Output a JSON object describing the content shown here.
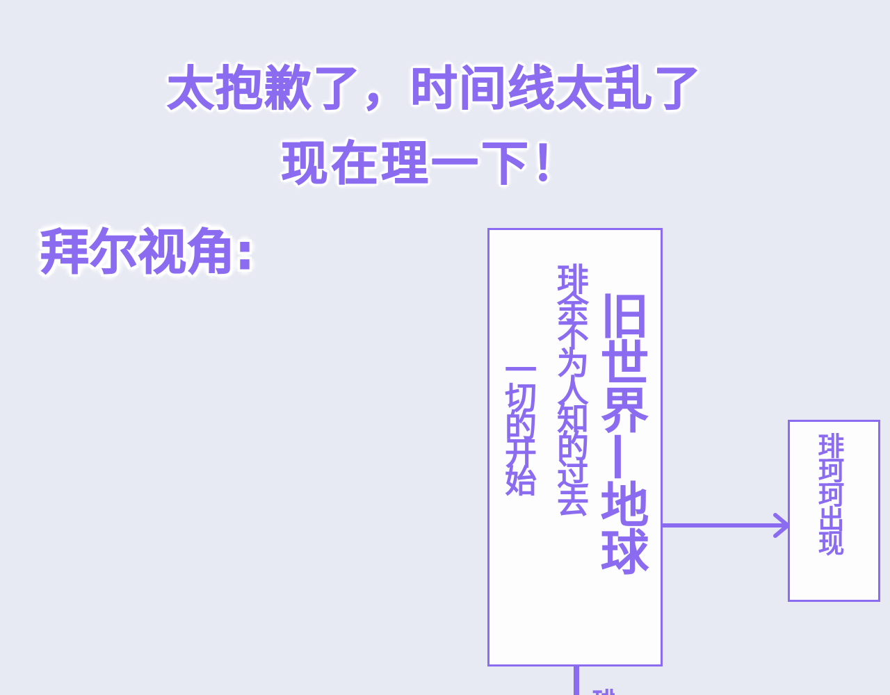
{
  "header": {
    "line1": "太抱歉了，时间线太乱了",
    "line2": "现在理一下！"
  },
  "section_label": "拜尔视角:",
  "diagram": {
    "nodes": [
      {
        "id": "old-world",
        "title": "旧世界—地球",
        "subtitle": [
          "琲余不为人知的过去",
          "一切的开始"
        ]
      },
      {
        "id": "appearance",
        "label": "琲珂珂出现"
      }
    ],
    "edges": [
      {
        "from": "old-world",
        "to": "appearance"
      }
    ],
    "continuation_char": "琲"
  },
  "colors": {
    "background": "#e7e9f3",
    "accent": "#8b6cf0",
    "box_fill": "#fdfdfe"
  }
}
